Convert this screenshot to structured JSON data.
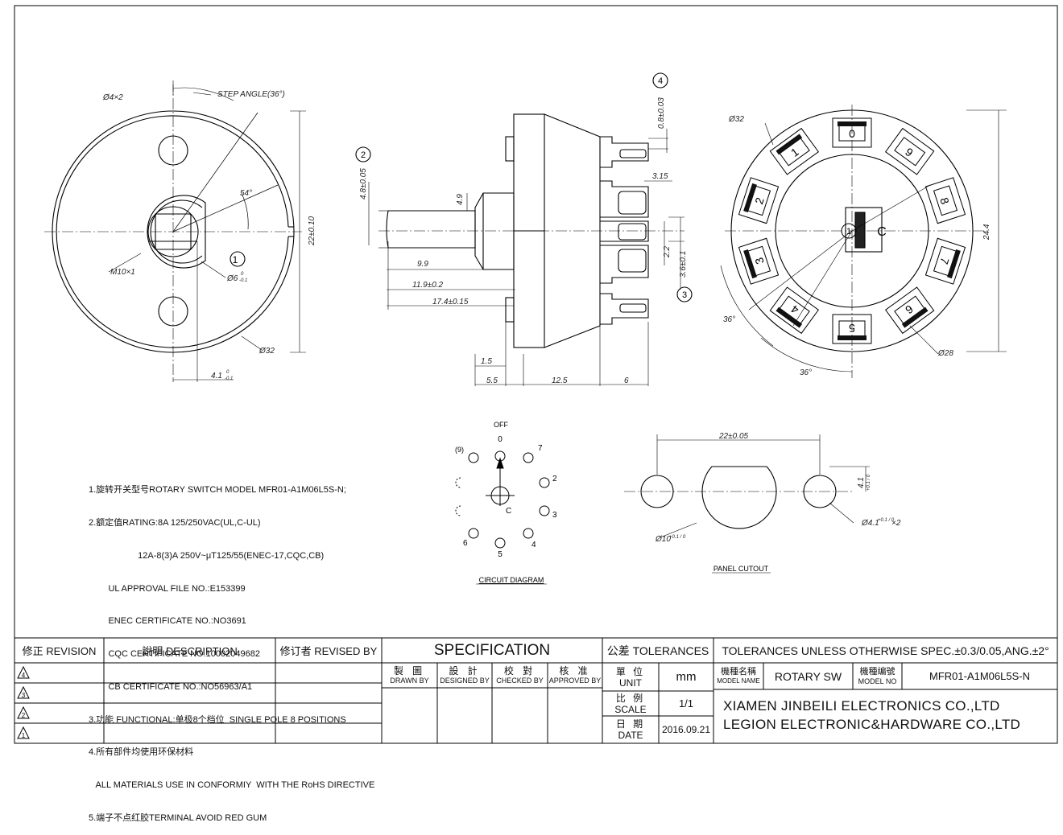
{
  "drawing": {
    "front_view": {
      "hole_label": "Ø4×2",
      "step_angle_label": "STEP ANGLE(36°)",
      "angle_label": "54°",
      "thread_label": "M10×1",
      "shaft_label": "Ø6",
      "shaft_tol_upper": "0",
      "shaft_tol_lower": "-0.1",
      "callout_1": "1",
      "height_label": "22±0.10",
      "outer_dia_label": "Ø32",
      "offset_label": "4.1",
      "offset_tol_upper": "0",
      "offset_tol_lower": "-0.1"
    },
    "side_view": {
      "callout_2": "2",
      "callout_3": "3",
      "callout_4": "4",
      "dim_4_8": "4.8±0.05",
      "dim_4_9": "4.9",
      "dim_9_9": "9.9",
      "dim_11_9": "11.9±0.2",
      "dim_17_4": "17.4±0.15",
      "dim_0_8": "0.8±0.03",
      "dim_3_15": "3.15",
      "dim_2_2": "2.2",
      "dim_3_6": "3.6±0.1",
      "dim_1_5": "1.5",
      "dim_5_5": "5.5",
      "dim_12_5": "12.5",
      "dim_6": "6"
    },
    "rear_view": {
      "outer_dia_label": "Ø32",
      "inner_dia_label": "Ø28",
      "height_label": "24.4",
      "angle_a": "36°",
      "angle_b": "36°",
      "positions": [
        "0",
        "1",
        "2",
        "3",
        "4",
        "5",
        "6",
        "7",
        "8",
        "9"
      ],
      "common": "C",
      "common_circle": "1"
    },
    "circuit_diagram": {
      "title": "CIRCUIT DIAGRAM",
      "off_label": "OFF",
      "labels": [
        "0",
        "7",
        "2",
        "3",
        "4",
        "5",
        "6",
        "(9)",
        "C"
      ]
    },
    "panel_cutout": {
      "title": "PANEL CUTOUT",
      "width_label": "22±0.05",
      "small_offset_label": "4.1",
      "small_offset_tol": "+0.1 / 0",
      "small_hole_label": "Ø4.1",
      "small_hole_tol": "+0.1 / 0",
      "small_hole_suffix": "×2",
      "center_hole_label": "Ø10",
      "center_hole_tol": "+0.1 / 0"
    }
  },
  "notes": [
    "1.旋转开关型号ROTARY SWITCH MODEL MFR01-A1M06L5S-N;",
    "2.额定值RATING:8A 125/250VAC(UL,C-UL)",
    "                    12A-8(3)A 250V~μT125/55(ENEC-17,CQC,CB)",
    "        UL APPROVAL FILE NO.:E153399",
    "        ENEC CERTIFICATE NO.:NO3691",
    "        CQC CERTIFICATE NO.10002049682",
    "        CB CERTIFICATE NO.:NO56963/A1",
    "3.功能 FUNCTIONAL:单极8个档位  SINGLE POLE 8 POSITIONS",
    "4.所有部件均使用环保材料",
    "   ALL MATERIALS USE IN CONFORMIY  WITH THE RoHS DIRECTIVE",
    "5.端子不点红胶TERMINAL AVOID RED GUM"
  ],
  "title_block": {
    "revision_header": "修正 REVISION",
    "description_header": "說明 DESCRIPTION",
    "revised_by_header": "修订者 REVISED BY",
    "revision_marks": [
      "4",
      "3",
      "2",
      "1"
    ],
    "specification": "SPECIFICATION",
    "drawn_by_cn": "製 圖",
    "drawn_by": "DRAWN BY",
    "designed_by_cn": "設 計",
    "designed_by": "DESIGNED BY",
    "checked_by_cn": "校 對",
    "checked_by": "CHECKED BY",
    "approved_by_cn": "核 准",
    "approved_by": "APPROVED BY",
    "tolerances_header": "公差 TOLERANCES",
    "unit_cn": "單 位",
    "unit": "UNIT",
    "unit_value": "mm",
    "scale_cn": "比 例",
    "scale": "SCALE",
    "scale_value": "1/1",
    "date_cn": "日 期",
    "date": "DATE",
    "date_value": "2016.09.21",
    "tolerance_spec": "TOLERANCES UNLESS OTHERWISE SPEC.±0.3/0.05,ANG.±2°",
    "model_name_cn": "機種名稱",
    "model_name": "MODEL NAME",
    "model_name_value": "ROTARY SW",
    "model_no_cn": "機種编號",
    "model_no": "MODEL NO",
    "model_no_value": "MFR01-A1M06L5S-N",
    "company_1": "XIAMEN JINBEILI ELECTRONICS CO.,LTD",
    "company_2": "LEGION ELECTRONIC&HARDWARE CO.,LTD"
  }
}
